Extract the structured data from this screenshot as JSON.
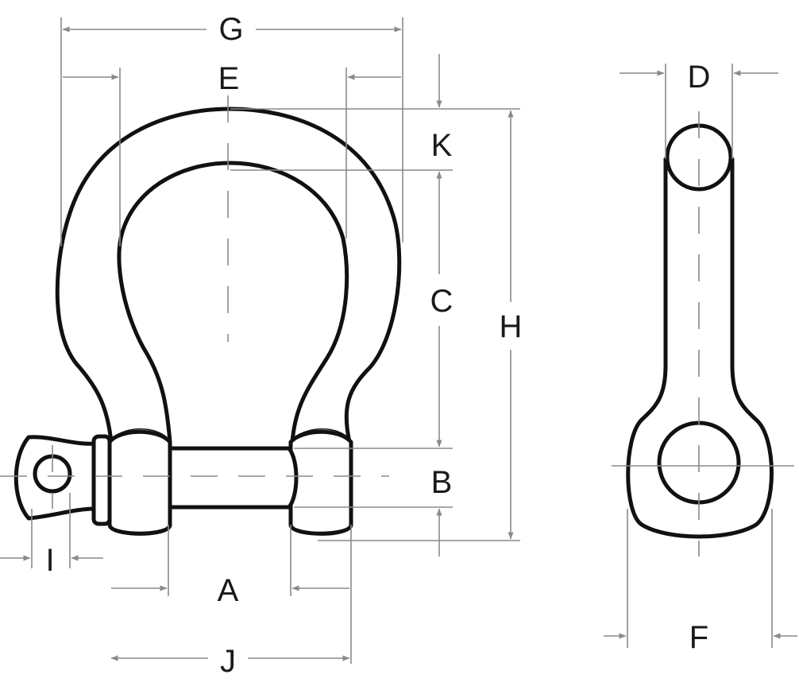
{
  "diagram": {
    "labels": {
      "a": "A",
      "b": "B",
      "c": "C",
      "d": "D",
      "e": "E",
      "f": "F",
      "g": "G",
      "h": "H",
      "i": "I",
      "j": "J",
      "k": "K"
    },
    "colors": {
      "outline": "#111111",
      "dimension": "#8a8a8a",
      "text": "#1a1a1a",
      "background": "#ffffff"
    }
  }
}
